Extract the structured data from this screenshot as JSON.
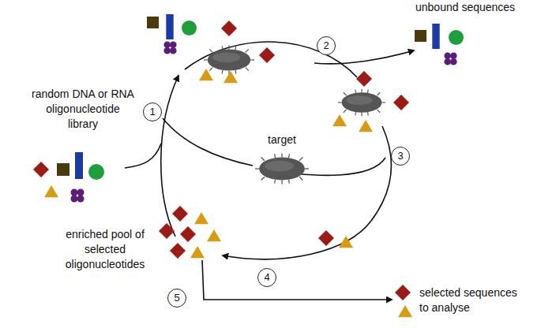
{
  "diagram": {
    "labels": [
      "unbound sequences",
      "random DNA or RNA oligonucleotide library",
      "1",
      "2",
      "target",
      "3",
      "enriched pool of selected oligonucleotides",
      "4",
      "5",
      "selected sequences to analyse"
    ]
  }
}
